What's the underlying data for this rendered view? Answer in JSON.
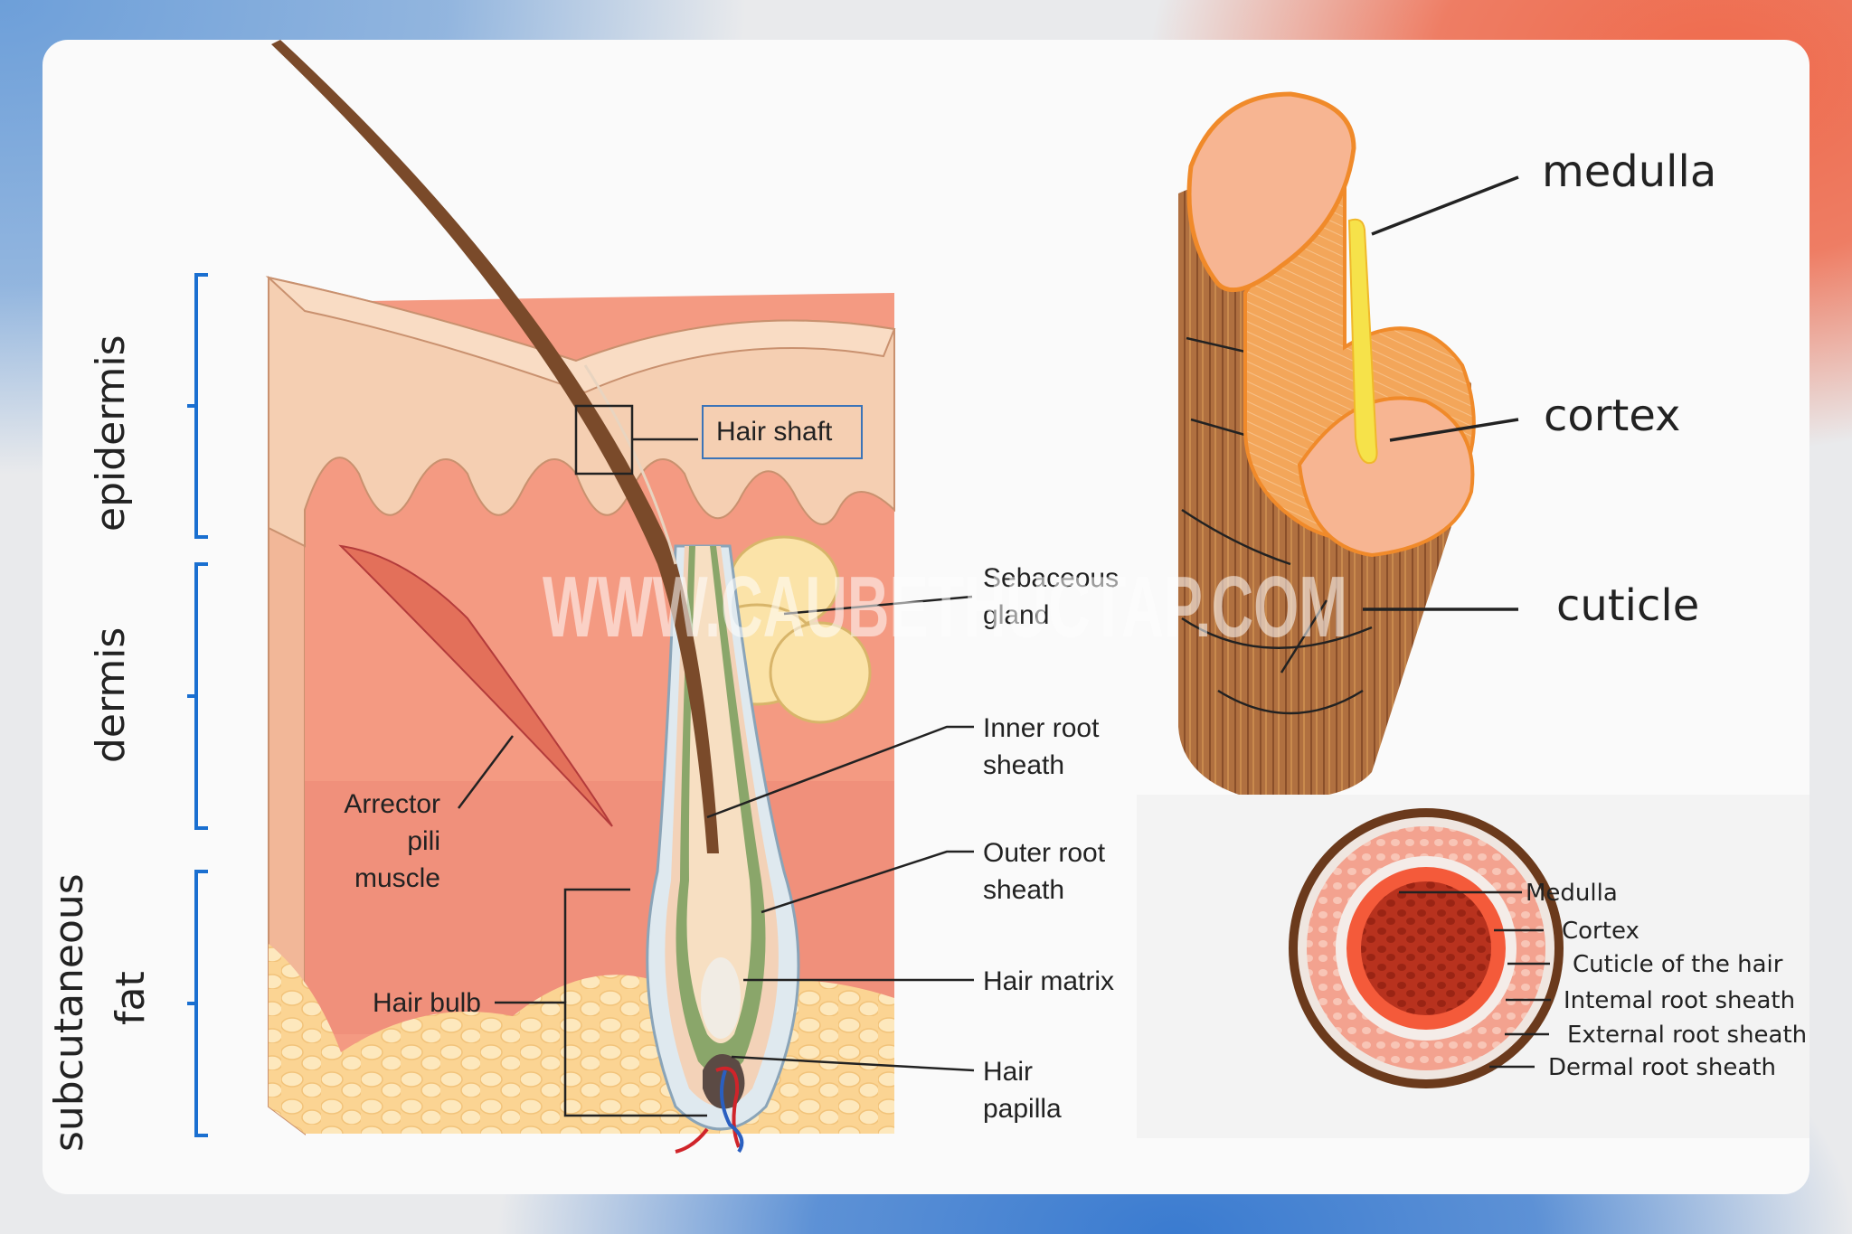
{
  "watermark": "WWW.CAUBETHUCTAP.COM",
  "skin_layers": {
    "epidermis": "epidermis",
    "dermis": "dermis",
    "subcutaneous_line1": "subcutaneous",
    "subcutaneous_line2": "fat"
  },
  "follicle_labels": {
    "hair_shaft": "Hair shaft",
    "sebaceous_line1": "Sebaceous",
    "sebaceous_line2": "gland",
    "inner_root_line1": "Inner root",
    "inner_root_line2": "sheath",
    "outer_root_line1": "Outer root",
    "outer_root_line2": "sheath",
    "hair_matrix": "Hair matrix",
    "hair_papilla_line1": "Hair",
    "hair_papilla_line2": "papilla",
    "arrector_line1": "Arrector",
    "arrector_line2": "pili",
    "arrector_line3": "muscle",
    "hair_bulb": "Hair bulb"
  },
  "shaft_labels": {
    "medulla": "medulla",
    "cortex": "cortex",
    "cuticle": "cuticle"
  },
  "cross_section_labels": {
    "medulla": "Medulla",
    "cortex": "Cortex",
    "cuticle": "Cuticle of the hair",
    "internal_root": "Intemal root sheath",
    "external_root": "External root sheath",
    "dermal_root": "Dermal root sheath"
  },
  "colors": {
    "bracket_blue": "#1a6fd0",
    "hair_brown": "#7a4a2a",
    "dermis_pink": "#f49a82",
    "epidermis_tan": "#f5cfb2",
    "fat_yellow": "#fbd89a",
    "sebaceous_yellow": "#fbe3a8",
    "follicle_green": "#8aa66a",
    "shaft_orange": "#f08a2a",
    "medulla_yellow": "#f6e24a"
  }
}
